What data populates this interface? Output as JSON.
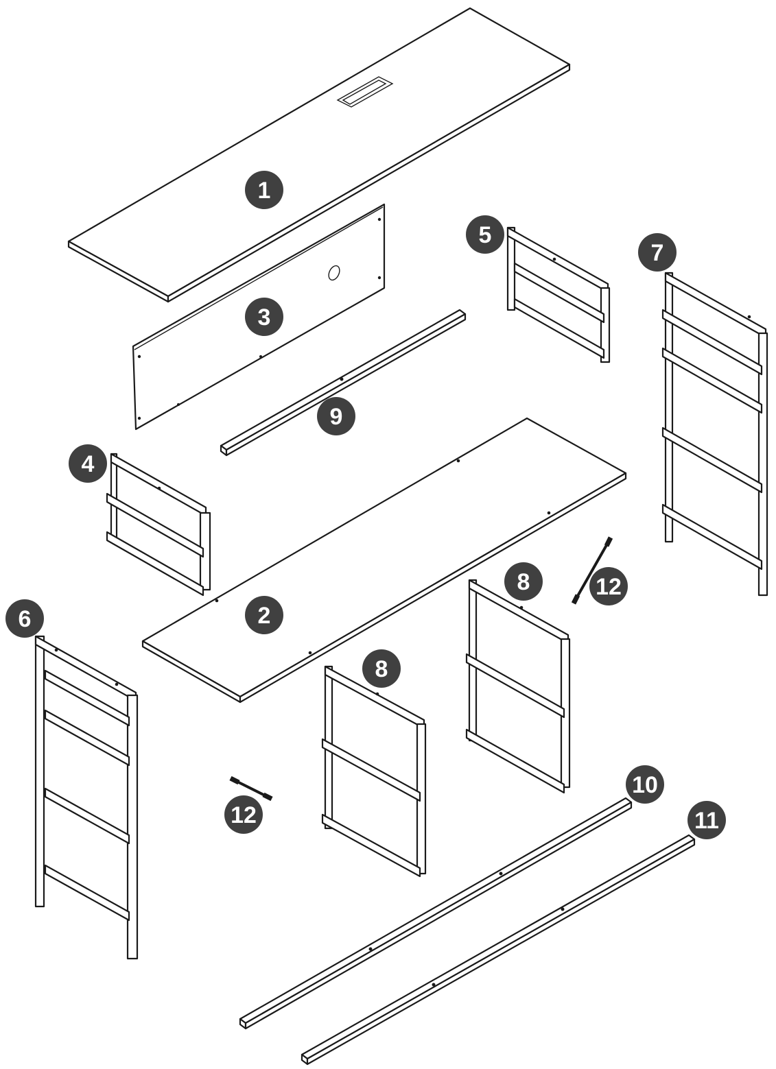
{
  "parts": [
    {
      "id": "part-1",
      "label": "1"
    },
    {
      "id": "part-2",
      "label": "2"
    },
    {
      "id": "part-3",
      "label": "3"
    },
    {
      "id": "part-4",
      "label": "4"
    },
    {
      "id": "part-5",
      "label": "5"
    },
    {
      "id": "part-6",
      "label": "6"
    },
    {
      "id": "part-7",
      "label": "7"
    },
    {
      "id": "part-8a",
      "label": "8"
    },
    {
      "id": "part-8b",
      "label": "8"
    },
    {
      "id": "part-9",
      "label": "9"
    },
    {
      "id": "part-10",
      "label": "10"
    },
    {
      "id": "part-11",
      "label": "11"
    },
    {
      "id": "part-12a",
      "label": "12"
    },
    {
      "id": "part-12b",
      "label": "12"
    }
  ],
  "colors": {
    "badge": "#404040",
    "line": "#1a1a1a",
    "background": "#ffffff"
  }
}
